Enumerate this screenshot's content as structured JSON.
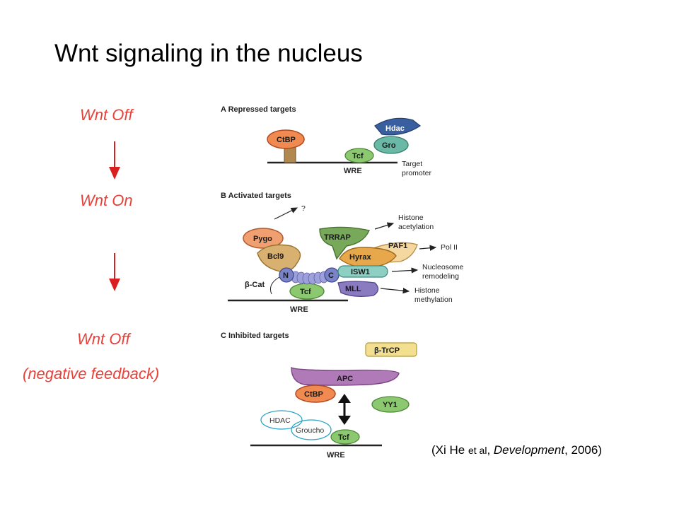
{
  "title": "Wnt signaling in the nucleus",
  "states": {
    "wnt_off": "Wnt Off",
    "wnt_on": "Wnt On",
    "wnt_off_2": "Wnt Off",
    "negative_feedback": "(negative feedback)"
  },
  "citation": {
    "open": "(Xi He ",
    "etal": "et al",
    "sep1": ", ",
    "journal": "Development",
    "sep2": ", ",
    "year": "2006",
    "close": ")"
  },
  "colors": {
    "state_text": "#e8413a",
    "arrow": "#d92020"
  },
  "panel_a": {
    "heading": "A  Repressed targets",
    "proteins": {
      "ctbp": "CtBP",
      "hdac": "Hdac",
      "gro": "Gro",
      "tcf": "Tcf"
    },
    "dna": "WRE",
    "target_line1": "Target",
    "target_line2": "promoter"
  },
  "panel_b": {
    "heading": "B  Activated targets",
    "question": "?",
    "proteins": {
      "pygo": "Pygo",
      "bcl9": "Bcl9",
      "bcat": "β-Cat",
      "n": "N",
      "c": "C",
      "tcf": "Tcf",
      "trrap": "TRRAP",
      "paf1": "PAF1",
      "hyrax": "Hyrax",
      "isw1": "ISW1",
      "mll": "MLL"
    },
    "dna": "WRE",
    "outputs": {
      "histone_acetylation_1": "Histone",
      "histone_acetylation_2": "acetylation",
      "pol2": "Pol II",
      "nucleosome_1": "Nucleosome",
      "nucleosome_2": "remodeling",
      "histone_methylation_1": "Histone",
      "histone_methylation_2": "methylation"
    }
  },
  "panel_c": {
    "heading": "C  Inhibited targets",
    "proteins": {
      "btrcp": "β-TrCP",
      "apc": "APC",
      "ctbp": "CtBP",
      "yy1": "YY1",
      "tcf": "Tcf",
      "hdac": "HDAC",
      "groucho": "Groucho"
    },
    "dna": "WRE"
  }
}
